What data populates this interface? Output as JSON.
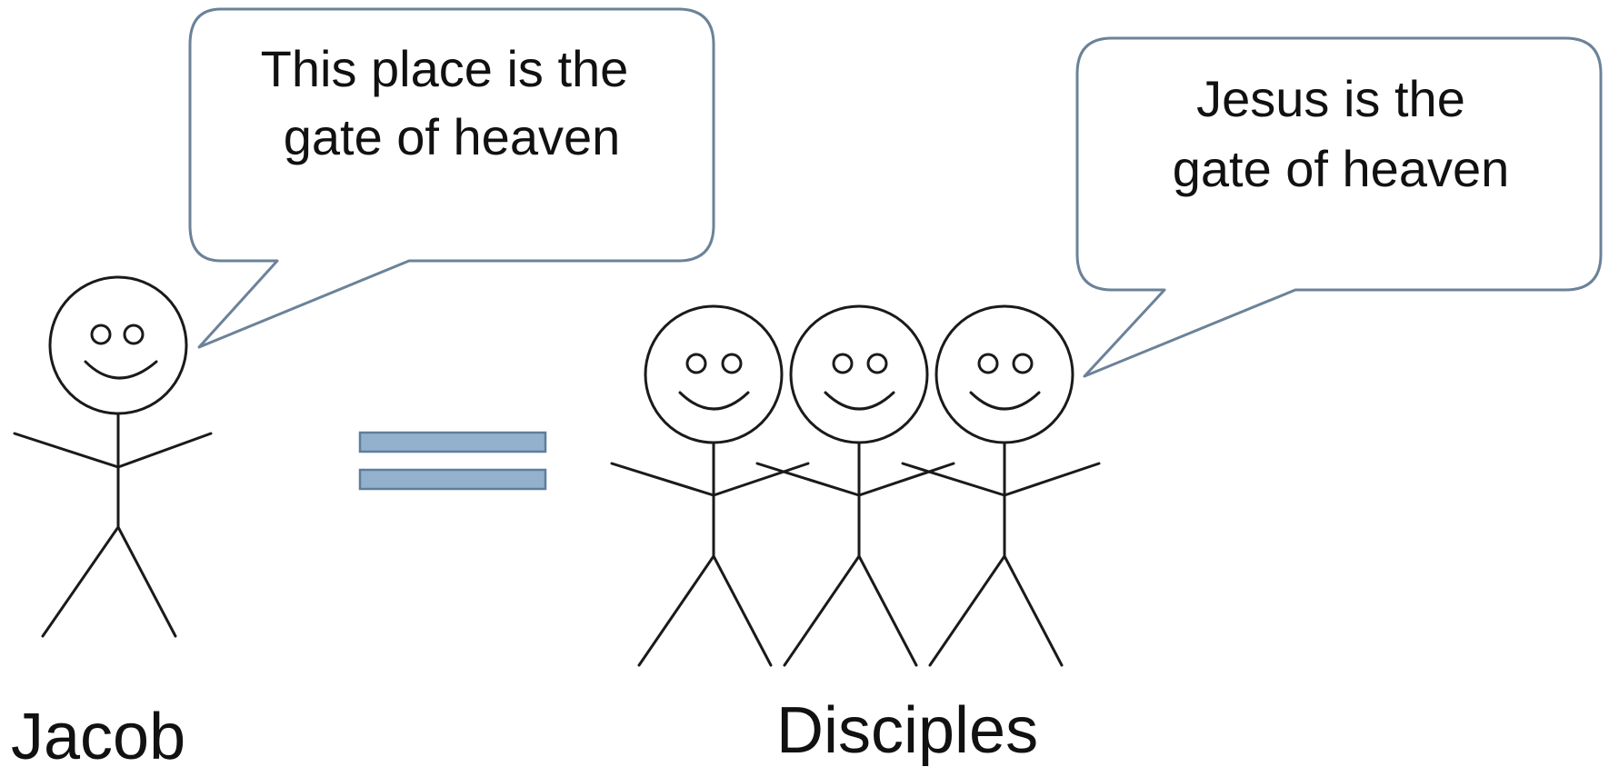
{
  "speech_bubbles": {
    "jacob": {
      "line1": "This place is the",
      "line2": "gate of heaven"
    },
    "disciples": {
      "line1": "Jesus is the",
      "line2": "gate of heaven"
    }
  },
  "labels": {
    "jacob": "Jacob",
    "disciples": "Disciples"
  },
  "colors": {
    "bubble_outline": "#6b8299",
    "equals_fill": "#93b1cd",
    "equals_outline": "#5f7e9c",
    "line": "#1a1a1a",
    "text": "#111111"
  }
}
